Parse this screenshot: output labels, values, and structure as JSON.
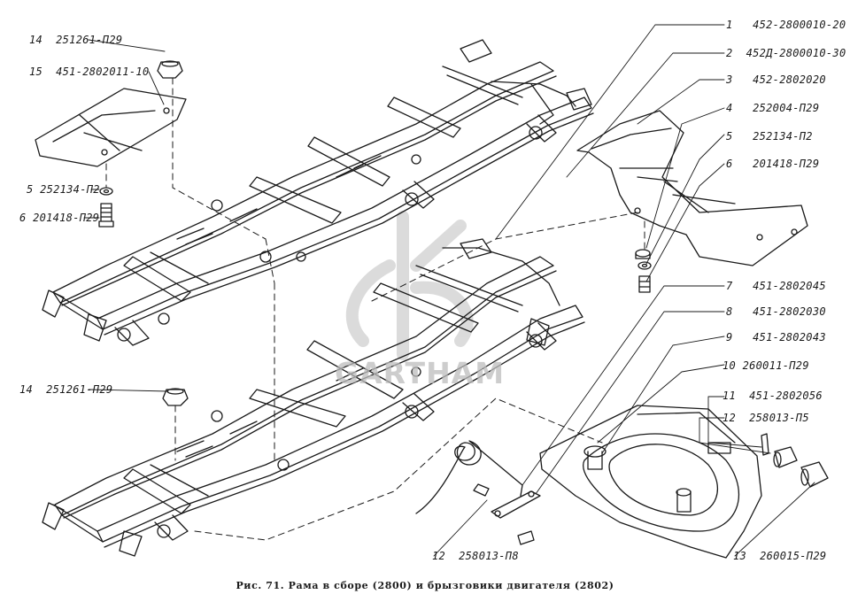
{
  "caption": "Рис. 71. Рама в сборе (2800) и брызговики двигателя (2802)",
  "watermark": "GARTHAM",
  "parts": [
    {
      "id": "p1",
      "num": "1",
      "code": "452-2800010-20"
    },
    {
      "id": "p2",
      "num": "2",
      "code": "452Д-2800010-30"
    },
    {
      "id": "p3",
      "num": "3",
      "code": "452-2802020"
    },
    {
      "id": "p4",
      "num": "4",
      "code": "252004-П29"
    },
    {
      "id": "p5",
      "num": "5",
      "code": "252134-П2"
    },
    {
      "id": "p6",
      "num": "6",
      "code": "201418-П29"
    },
    {
      "id": "p7",
      "num": "7",
      "code": "451-2802045"
    },
    {
      "id": "p8",
      "num": "8",
      "code": "451-2802030"
    },
    {
      "id": "p9",
      "num": "9",
      "code": "451-2802043"
    },
    {
      "id": "p10",
      "num": "10",
      "code": "260011-П29"
    },
    {
      "id": "p11",
      "num": "11",
      "code": "451-2802056"
    },
    {
      "id": "p12",
      "num": "12",
      "code": "258013-П5"
    },
    {
      "id": "p13",
      "num": "13",
      "code": "260015-П29"
    },
    {
      "id": "l14a",
      "num": "14",
      "code": "251261-П29"
    },
    {
      "id": "l15",
      "num": "15",
      "code": "451-2802011-10"
    },
    {
      "id": "l5",
      "num": "5",
      "code": "252134-П2"
    },
    {
      "id": "l6",
      "num": "6",
      "code": "201418-П29"
    },
    {
      "id": "l14b",
      "num": "14",
      "code": "251261-П29"
    },
    {
      "id": "l12",
      "num": "12",
      "code": "258013-П8"
    }
  ]
}
